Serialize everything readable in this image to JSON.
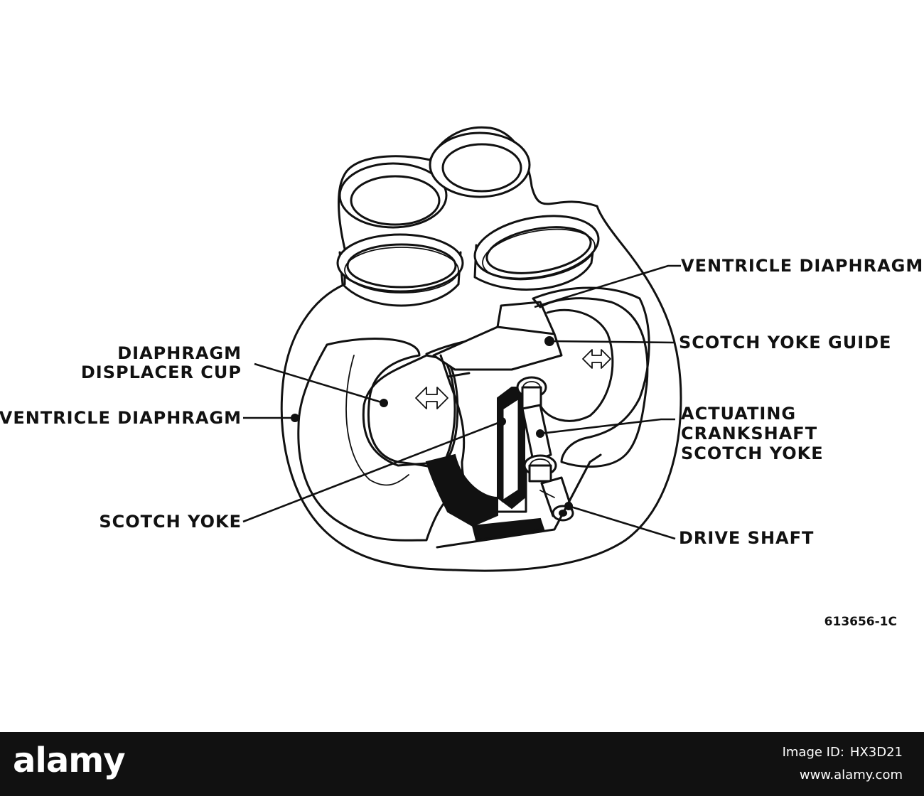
{
  "labels": {
    "ventricle_diaphragm_right": "VENTRICLE DIAPHRAGM",
    "scotch_yoke_guide": "SCOTCH YOKE GUIDE",
    "diaphragm_displacer_cup_line1": "DIAPHRAGM",
    "diaphragm_displacer_cup_line2": "DISPLACER CUP",
    "ventricle_diaphragm_left": "VENTRICLE DIAPHRAGM",
    "actuating_line1": "ACTUATING",
    "actuating_line2": "CRANKSHAFT",
    "actuating_line3": "SCOTCH YOKE",
    "scotch_yoke": "SCOTCH YOKE",
    "drive_shaft": "DRIVE SHAFT"
  },
  "figure_number": "613656-1C",
  "watermark": {
    "brand": "alamy",
    "image_id_label": "Image ID:",
    "image_id": "HX3D21",
    "url": "www.alamy.com"
  },
  "colors": {
    "ink": "#111111",
    "paper": "#ffffff",
    "banner": "#111111"
  }
}
